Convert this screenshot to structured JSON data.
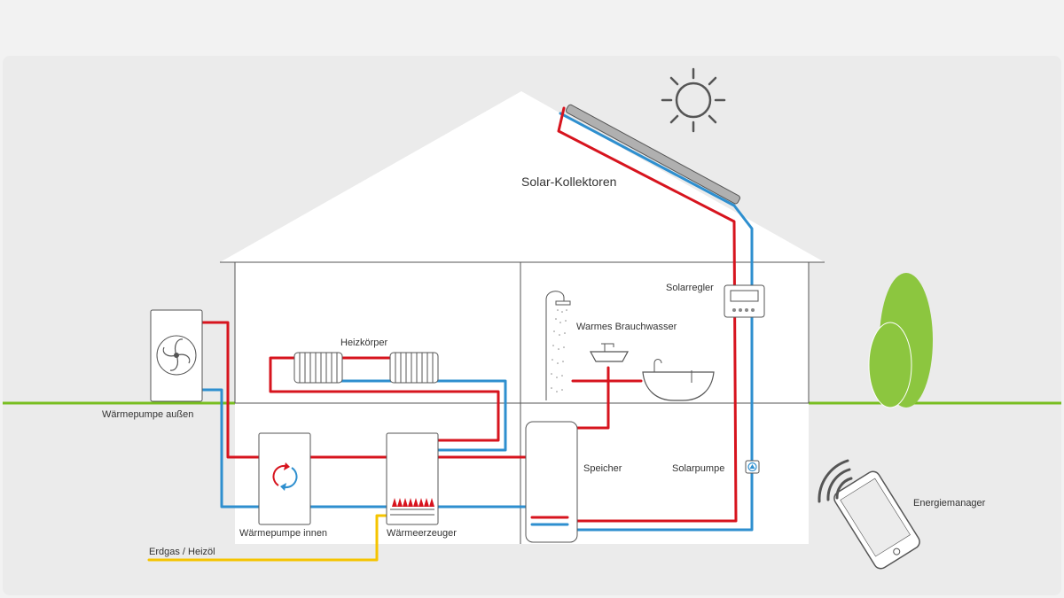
{
  "labels": {
    "solar_collectors": "Solar-Kollektoren",
    "solar_controller": "Solarregler",
    "radiators": "Heizkörper",
    "warm_water": "Warmes Brauchwasser",
    "heat_pump_outdoor": "Wärmepumpe außen",
    "storage_tank": "Speicher",
    "solar_pump": "Solarpumpe",
    "energy_manager": "Energiemanager",
    "heat_pump_indoor": "Wärmepumpe innen",
    "heat_generator": "Wärmeerzeuger",
    "gas_oil": "Erdgas / Heizöl"
  },
  "colors": {
    "hot_pipe": "#d7141e",
    "cold_pipe": "#2e8fcf",
    "fuel_pipe": "#f5c400",
    "ground": "#78be20",
    "tree": "#8cc63f",
    "background": "#f2f2f2",
    "panel": "#ebebeb",
    "house": "#ffffff",
    "line": "#555555"
  },
  "icons": [
    "sun-icon",
    "fan-icon",
    "refresh-arrows-icon",
    "flame-icon",
    "shower-icon",
    "sink-icon",
    "bathtub-icon",
    "pump-icon",
    "smartphone-icon",
    "signal-waves-icon"
  ]
}
